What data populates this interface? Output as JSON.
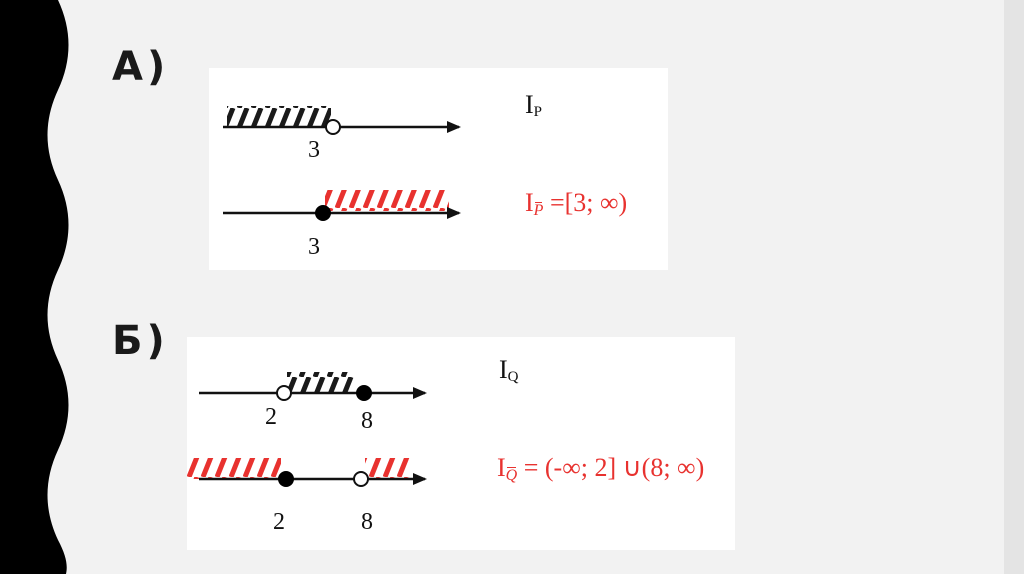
{
  "sections": [
    {
      "label": "А)",
      "original_line": {
        "ticks": [
          {
            "value": "3",
            "point": "open"
          }
        ],
        "hatch": "left-of-3",
        "set_name": {
          "base": "I",
          "sub": "P"
        }
      },
      "complement_line": {
        "ticks": [
          {
            "value": "3",
            "point": "filled"
          }
        ],
        "hatch": "right-of-3",
        "formula": {
          "base": "I",
          "sub": "P",
          "rest": " =[3; ∞)"
        }
      }
    },
    {
      "label": "Б)",
      "original_line": {
        "ticks": [
          {
            "value": "2",
            "point": "open"
          },
          {
            "value": "8",
            "point": "filled"
          }
        ],
        "hatch": "between-2-and-8",
        "set_name": {
          "base": "I",
          "sub": "Q"
        }
      },
      "complement_line": {
        "ticks": [
          {
            "value": "2",
            "point": "filled"
          },
          {
            "value": "8",
            "point": "open"
          }
        ],
        "hatch": "outside-2-and-8",
        "formula": {
          "base": "I",
          "sub": "Q",
          "rest": " = (-∞; 2] ∪(8; ∞)"
        }
      }
    }
  ],
  "colors": {
    "hatch_original": "#1a1a1a",
    "hatch_complement": "#e8322f",
    "formula_text": "#e8322f",
    "band": "#000000",
    "background": "#f2f2f2",
    "panel": "#ffffff"
  }
}
